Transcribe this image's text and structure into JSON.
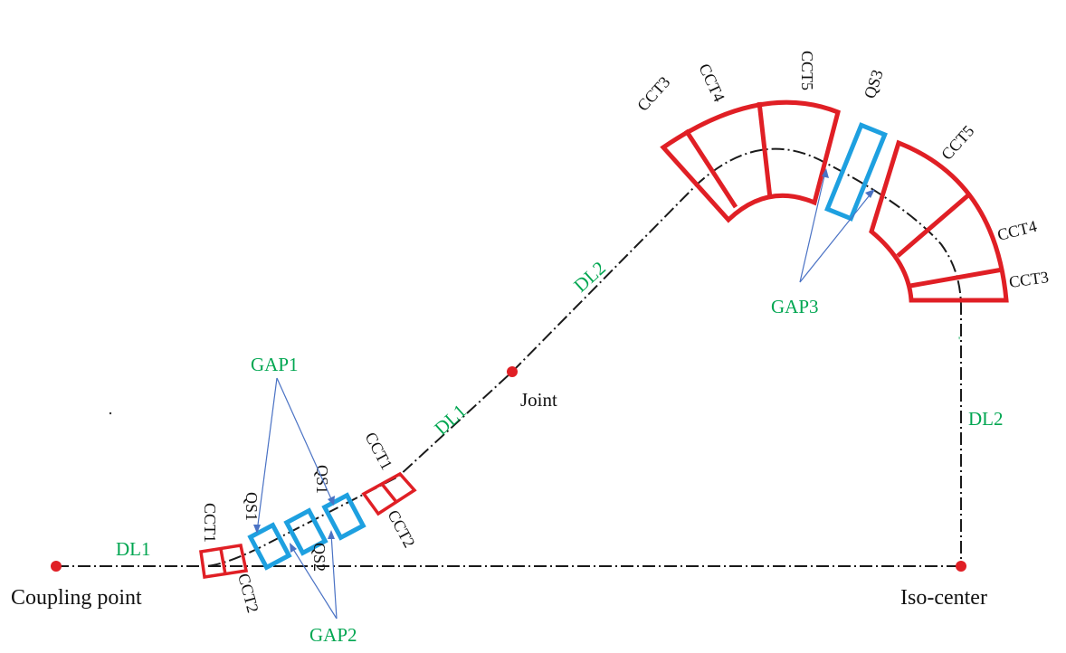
{
  "colors": {
    "dipole": "#e01f25",
    "quadrupole": "#1ea0e0",
    "drift_label": "#00a651",
    "gap_arrow": "#4a72c4",
    "beamline": "#1a1a1a"
  },
  "points": {
    "coupling_point": "Coupling point",
    "joint": "Joint",
    "iso_center": "Iso-center"
  },
  "drifts": {
    "dl1_bottom": "DL1",
    "dl1_diag": "DL1",
    "dl2_diag": "DL2",
    "dl2_vert": "DL2"
  },
  "gaps": {
    "gap1": "GAP1",
    "gap2": "GAP2",
    "gap3": "GAP3"
  },
  "magnets": {
    "lower_cct1": "CCT1",
    "lower_cct2": "CCT2",
    "lower_qs1": "QS1",
    "lower_qs2": "QS2",
    "lower_qs1b": "QS1",
    "mid_cct1": "CCT1",
    "mid_cct2": "CCT2",
    "upper_cct3": "CCT3",
    "upper_cct4": "CCT4",
    "upper_cct5": "CCT5",
    "upper_qs3": "QS3",
    "right_cct5": "CCT5",
    "right_cct4": "CCT4",
    "right_cct3": "CCT3"
  }
}
